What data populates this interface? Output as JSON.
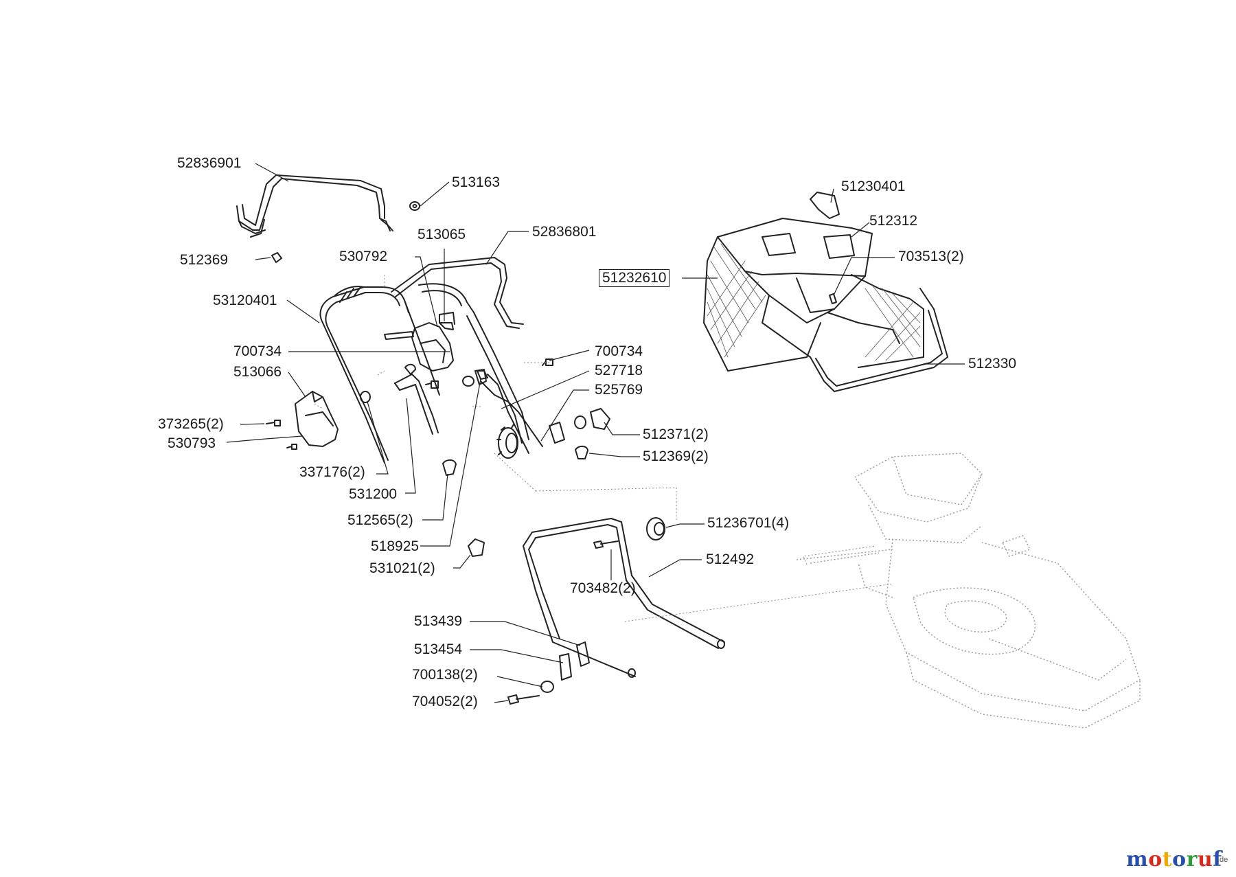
{
  "diagram": {
    "parts": [
      {
        "id": "p52836901",
        "label": "52836901"
      },
      {
        "id": "p513163",
        "label": "513163"
      },
      {
        "id": "p513065",
        "label": "513065"
      },
      {
        "id": "p52836801",
        "label": "52836801"
      },
      {
        "id": "p530792",
        "label": "530792"
      },
      {
        "id": "p512369",
        "label": "512369"
      },
      {
        "id": "p53120401",
        "label": "53120401"
      },
      {
        "id": "p700734a",
        "label": "700734"
      },
      {
        "id": "p513066",
        "label": "513066"
      },
      {
        "id": "p373265",
        "label": "373265(2)"
      },
      {
        "id": "p530793",
        "label": "530793"
      },
      {
        "id": "p337176",
        "label": "337176(2)"
      },
      {
        "id": "p531200",
        "label": "531200"
      },
      {
        "id": "p512565",
        "label": "512565(2)"
      },
      {
        "id": "p518925",
        "label": "518925"
      },
      {
        "id": "p531021",
        "label": "531021(2)"
      },
      {
        "id": "p700734b",
        "label": "700734"
      },
      {
        "id": "p527718",
        "label": "527718"
      },
      {
        "id": "p525769",
        "label": "525769"
      },
      {
        "id": "p512371",
        "label": "512371(2)"
      },
      {
        "id": "p512369b",
        "label": "512369(2)"
      },
      {
        "id": "p51230401",
        "label": "51230401"
      },
      {
        "id": "p512312",
        "label": "512312"
      },
      {
        "id": "p703513",
        "label": "703513(2)"
      },
      {
        "id": "p51232610",
        "label": "51232610"
      },
      {
        "id": "p512330",
        "label": "512330"
      },
      {
        "id": "p51236701",
        "label": "51236701(4)"
      },
      {
        "id": "p512492",
        "label": "512492"
      },
      {
        "id": "p703482",
        "label": "703482(2)"
      },
      {
        "id": "p513439",
        "label": "513439"
      },
      {
        "id": "p513454",
        "label": "513454"
      },
      {
        "id": "p700138",
        "label": "700138(2)"
      },
      {
        "id": "p704052",
        "label": "704052(2)"
      }
    ]
  },
  "watermark": {
    "letters": [
      "m",
      "o",
      "t",
      "o",
      "r",
      "u",
      "f"
    ],
    "letter_colors": [
      "#2a4fa8",
      "#d62b1f",
      "#f0a800",
      "#2a4fa8",
      "#2e9a3a",
      "#d62b1f",
      "#2a4fa8"
    ],
    "suffix": ".de"
  }
}
